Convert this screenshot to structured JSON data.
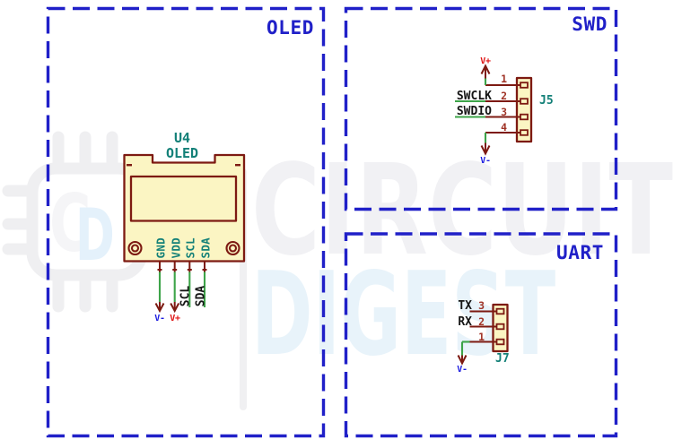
{
  "watermark": {
    "line1": "CIRCUIT",
    "line2": "DIGEST",
    "logo_c": "C",
    "logo_d": "D"
  },
  "power": {
    "vplus": "V+",
    "vminus": "V-"
  },
  "sections": [
    {
      "title": "OLED"
    },
    {
      "title": "SWD"
    },
    {
      "title": "UART"
    }
  ],
  "oled_module": {
    "reference": "U4",
    "value": "OLED",
    "pin_names": [
      "GND",
      "VDD",
      "SCL",
      "SDA"
    ],
    "net_labels": [
      "SCL",
      "SDA"
    ]
  },
  "swd_header": {
    "reference": "J5",
    "pin_numbers": [
      "1",
      "2",
      "3",
      "4"
    ],
    "signal_labels": [
      "SWCLK",
      "SWDIO"
    ]
  },
  "uart_header": {
    "reference": "J7",
    "pin_numbers": [
      "3",
      "2",
      "1"
    ],
    "signal_labels": [
      "TX",
      "RX"
    ]
  },
  "colors": {
    "section_blue": "#2020c8",
    "symbol_outline": "#7d1a12",
    "symbol_fill": "#fbf5c3",
    "wire_green": "#3da449",
    "pin_number_red": "#a03326",
    "designator_teal": "#138078",
    "vplus_red": "#e01414",
    "vminus_blue": "#1a1ae0"
  }
}
